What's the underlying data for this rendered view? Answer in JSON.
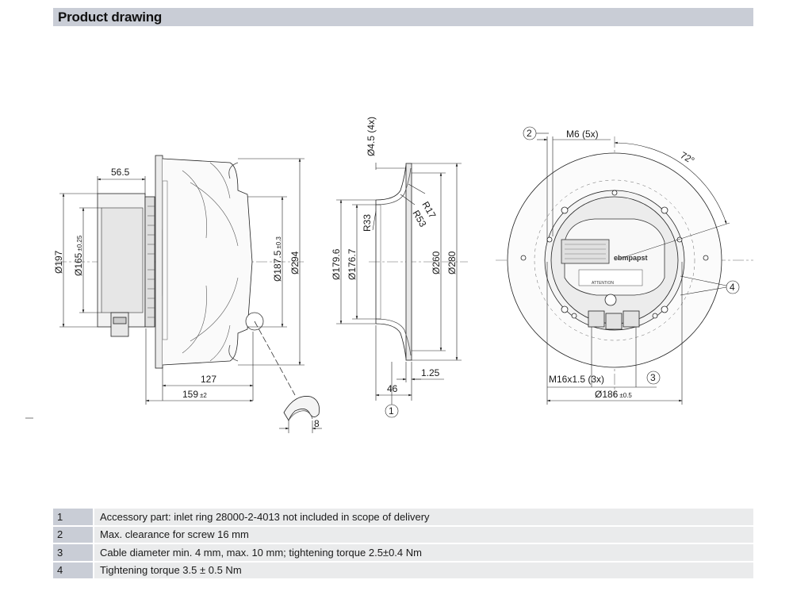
{
  "header": {
    "title": "Product drawing"
  },
  "side_view": {
    "dim_top": "56.5",
    "dia_197": "Ø197",
    "dia_165": "Ø165",
    "dia_165_tol": "±0.25",
    "dia_187": "Ø187.5",
    "dia_187_tol": "±0.3",
    "dia_294": "Ø294",
    "len_127": "127",
    "len_159": "159",
    "len_159_tol": "±2",
    "detail_8": "8"
  },
  "inlet_view": {
    "hole": "Ø4.5 (4x)",
    "r17": "R17",
    "r53": "R53",
    "r33": "R33",
    "dia_179": "Ø179.6",
    "dia_176": "Ø176.7",
    "dia_260": "Ø260",
    "dia_280": "Ø280",
    "len_46": "46",
    "len_125": "1.25",
    "callout": "1"
  },
  "front_view": {
    "thread": "M6 (5x)",
    "angle": "72°",
    "cable_gland": "M16x1.5 (3x)",
    "dia_186": "Ø186",
    "dia_186_tol": "±0.5",
    "callout_2": "2",
    "callout_3": "3",
    "callout_4": "4",
    "brand": "ebmpapst",
    "warning": "ATTENTION"
  },
  "notes": [
    {
      "num": "1",
      "text": "Accessory part: inlet ring 28000-2-4013 not included in scope of delivery"
    },
    {
      "num": "2",
      "text": "Max. clearance for screw 16 mm"
    },
    {
      "num": "3",
      "text": "Cable diameter min. 4 mm, max. 10 mm; tightening torque 2.5±0.4 Nm"
    },
    {
      "num": "4",
      "text": "Tightening torque 3.5 ± 0.5 Nm"
    }
  ]
}
